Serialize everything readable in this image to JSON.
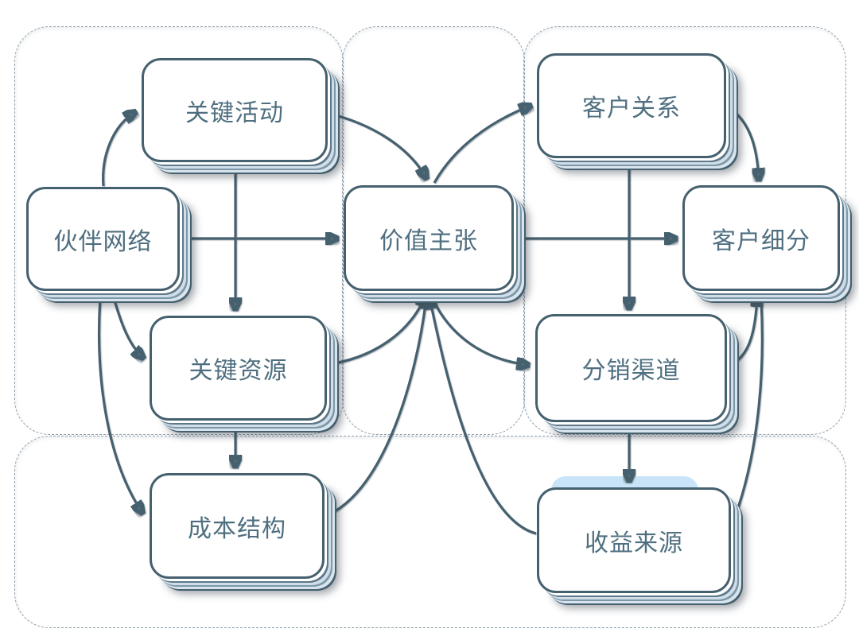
{
  "nodes": {
    "partner_network": {
      "label": "伙伴网络"
    },
    "key_activities": {
      "label": "关键活动"
    },
    "key_resources": {
      "label": "关键资源"
    },
    "cost_structure": {
      "label": "成本结构"
    },
    "value_proposition": {
      "label": "价值主张"
    },
    "customer_relationships": {
      "label": "客户关系"
    },
    "customer_segments": {
      "label": "客户细分"
    },
    "distribution_channels": {
      "label": "分销渠道"
    },
    "revenue_streams": {
      "label": "收益来源"
    }
  },
  "edges": [
    {
      "from": "partner_network",
      "to": "key_activities"
    },
    {
      "from": "partner_network",
      "to": "value_proposition"
    },
    {
      "from": "partner_network",
      "to": "key_resources"
    },
    {
      "from": "partner_network",
      "to": "cost_structure"
    },
    {
      "from": "key_activities",
      "to": "key_resources"
    },
    {
      "from": "key_activities",
      "to": "value_proposition"
    },
    {
      "from": "key_resources",
      "to": "value_proposition"
    },
    {
      "from": "key_resources",
      "to": "cost_structure"
    },
    {
      "from": "cost_structure",
      "to": "value_proposition"
    },
    {
      "from": "revenue_streams",
      "to": "value_proposition"
    },
    {
      "from": "value_proposition",
      "to": "customer_relationships"
    },
    {
      "from": "value_proposition",
      "to": "customer_segments"
    },
    {
      "from": "value_proposition",
      "to": "distribution_channels"
    },
    {
      "from": "customer_relationships",
      "to": "distribution_channels"
    },
    {
      "from": "customer_relationships",
      "to": "customer_segments"
    },
    {
      "from": "distribution_channels",
      "to": "customer_segments"
    },
    {
      "from": "distribution_channels",
      "to": "revenue_streams"
    },
    {
      "from": "customer_segments",
      "to": "revenue_streams"
    }
  ],
  "colors": {
    "node_border": "#45606e",
    "node_fill": "#ffffff",
    "label_text": "#4f6f80",
    "connector": "#45606e",
    "container_dash": "#92a1ad",
    "selection_highlight": "#c9e4f8",
    "stack_light": "#cfdee9",
    "background": "#ffffff"
  }
}
